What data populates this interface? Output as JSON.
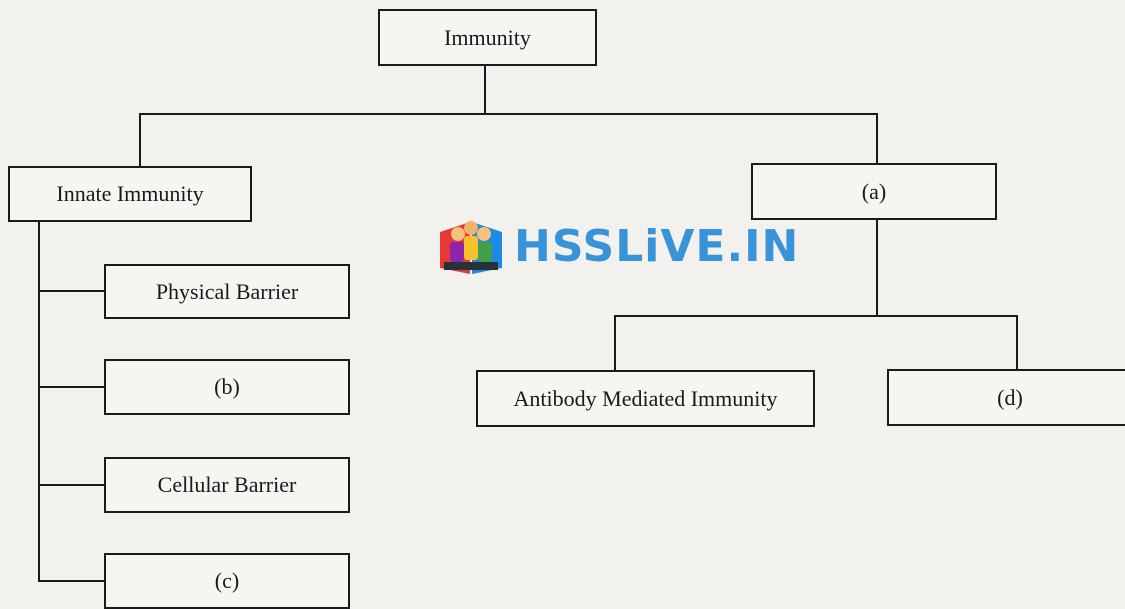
{
  "diagram": {
    "root": "Immunity",
    "left_branch": {
      "title": "Innate Immunity",
      "children": [
        "Physical Barrier",
        "(b)",
        "Cellular Barrier",
        "(c)"
      ]
    },
    "right_branch": {
      "title": "(a)",
      "children": [
        "Antibody Mediated Immunity",
        "(d)"
      ]
    }
  },
  "watermark": {
    "text": "HSSLiVE.IN",
    "color": "#2e8fd8",
    "icon": "children-reading-logo-icon"
  }
}
